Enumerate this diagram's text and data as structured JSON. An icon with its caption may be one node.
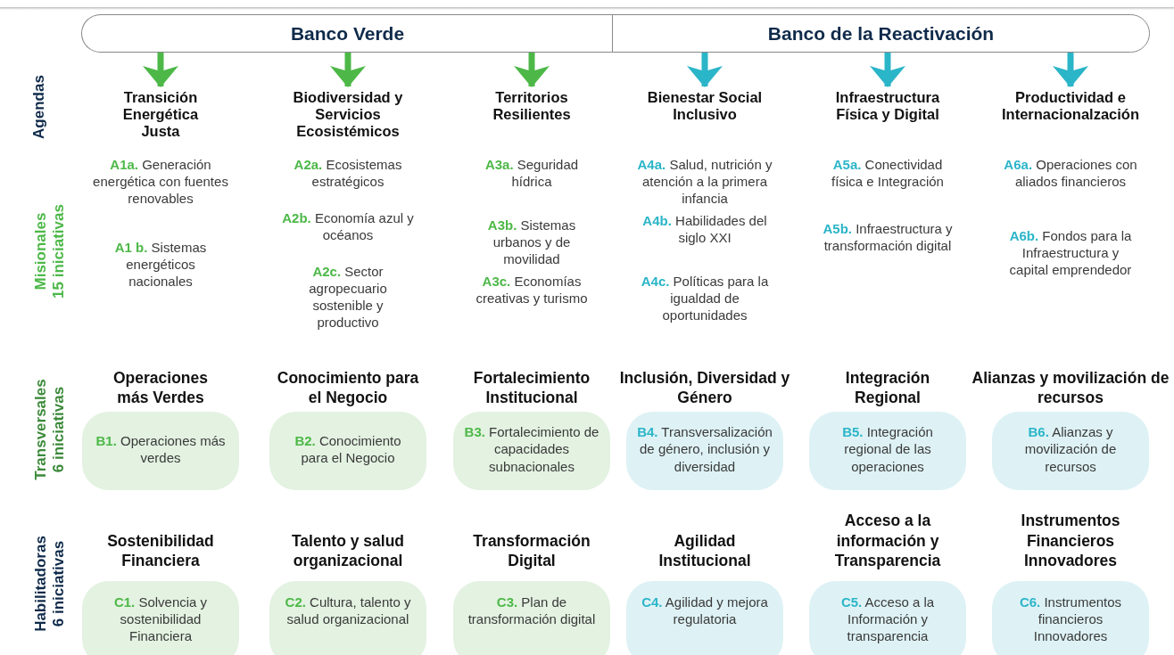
{
  "diagram": {
    "nodes": [
      {
        "text": [
          "Banco Verde"
        ]
      },
      {
        "text": [
          "Banco de la Reactivación"
        ]
      },
      {
        "text": [
          "Transición Energética Justa"
        ]
      },
      {
        "text": [
          "Biodiversidad y Servicios Ecosistémicos"
        ]
      },
      {
        "text": [
          "Territorios Resilientes"
        ]
      },
      {
        "text": [
          "Bienestar Social Inclusivo"
        ]
      },
      {
        "text": [
          "Infraestructura Física y Digital"
        ]
      },
      {
        "text": [
          "Productividad e Internacionalzación"
        ]
      },
      {
        "text": [
          "**A1a.** Generación energética con fuentes renovables",
          "**A1 b.** Sistemas energéticos nacionales"
        ]
      },
      {
        "text": [
          "**A2a.** Ecosistemas estratégicos",
          "**A2b.** Economía azul y océanos",
          "**A2c.** Sector agropecuario sostenible y productivo"
        ]
      },
      {
        "text": [
          "**A3a.** Seguridad hídrica",
          "**A3b.** Sistemas urbanos y de movilidad",
          "**A3c.** Economías creativas y turismo"
        ]
      },
      {
        "text": [
          "**A4a.** Salud, nutrición y atención a la primera infancia",
          "**A4b.** Habilidades del siglo XXI",
          "**A4c.** Políticas para la igualdad de oportunidades"
        ]
      },
      {
        "text": [
          "**A5a.** Conectividad física e Integración",
          "**A5b.** Infraestructura y transformación digital"
        ]
      },
      {
        "text": [
          "**A6a.** Operaciones con aliados financieros",
          "**A6b.** Fondos para la Infraestructura y capital emprendedor"
        ]
      },
      {
        "text": [
          "Operaciones más Verdes",
          "**B1.** Operaciones más verdes"
        ]
      },
      {
        "text": [
          "Conocimiento para el Negocio",
          "**B2.** Conocimiento para el Negocio"
        ]
      },
      {
        "text": [
          "Fortalecimiento Institucional",
          "**B3.** Fortalecimiento de capacidades subnacionales"
        ]
      },
      {
        "text": [
          "Inclusión, Diversidad y Género",
          "**B4.** Transversalización de género, inclusión y diversidad"
        ]
      },
      {
        "text": [
          "Integración Regional",
          "**B5.** Integración regional de las operaciones"
        ]
      },
      {
        "text": [
          "Alianzas y movilización de recursos",
          "**B6.** Alianzas y movilización de recursos"
        ]
      },
      {
        "text": [
          "Sostenibilidad Financiera",
          "**C1.** Solvencia y sostenibilidad Financiera"
        ]
      },
      {
        "text": [
          "Talento y salud organizacional",
          "**C2.** Cultura, talento y salud organizacional"
        ]
      },
      {
        "text": [
          "Transformación Digital",
          "**C3.** Plan de transformación digital"
        ]
      },
      {
        "text": [
          "Agilidad Institucional",
          "**C4.** Agilidad y mejora regulatoria"
        ]
      },
      {
        "text": [
          "Acceso a la información y Transparencia",
          "**C5.** Acceso a la Información y transparencia"
        ]
      },
      {
        "text": [
          "Instrumentos Financieros Innovadores",
          "**C6.** Instrumentos financieros Innovadores"
        ]
      }
    ],
    "edges": [
      {
        "from": 0,
        "to": 2,
        "arrow": "to",
        "color": "#4db848"
      },
      {
        "from": 0,
        "to": 3,
        "arrow": "to",
        "color": "#4db848"
      },
      {
        "from": 0,
        "to": 4,
        "arrow": "to",
        "color": "#4db848"
      },
      {
        "from": 1,
        "to": 5,
        "arrow": "to",
        "color": "#2bb5c8"
      },
      {
        "from": 1,
        "to": 6,
        "arrow": "to",
        "color": "#2bb5c8"
      },
      {
        "from": 1,
        "to": 7,
        "arrow": "to",
        "color": "#2bb5c8"
      }
    ],
    "labels": [
      "Agendas",
      "Misionales 15 iniciativas",
      "Transversales 6 iniciativas",
      "Habilitadoras 6 iniciativas"
    ]
  }
}
